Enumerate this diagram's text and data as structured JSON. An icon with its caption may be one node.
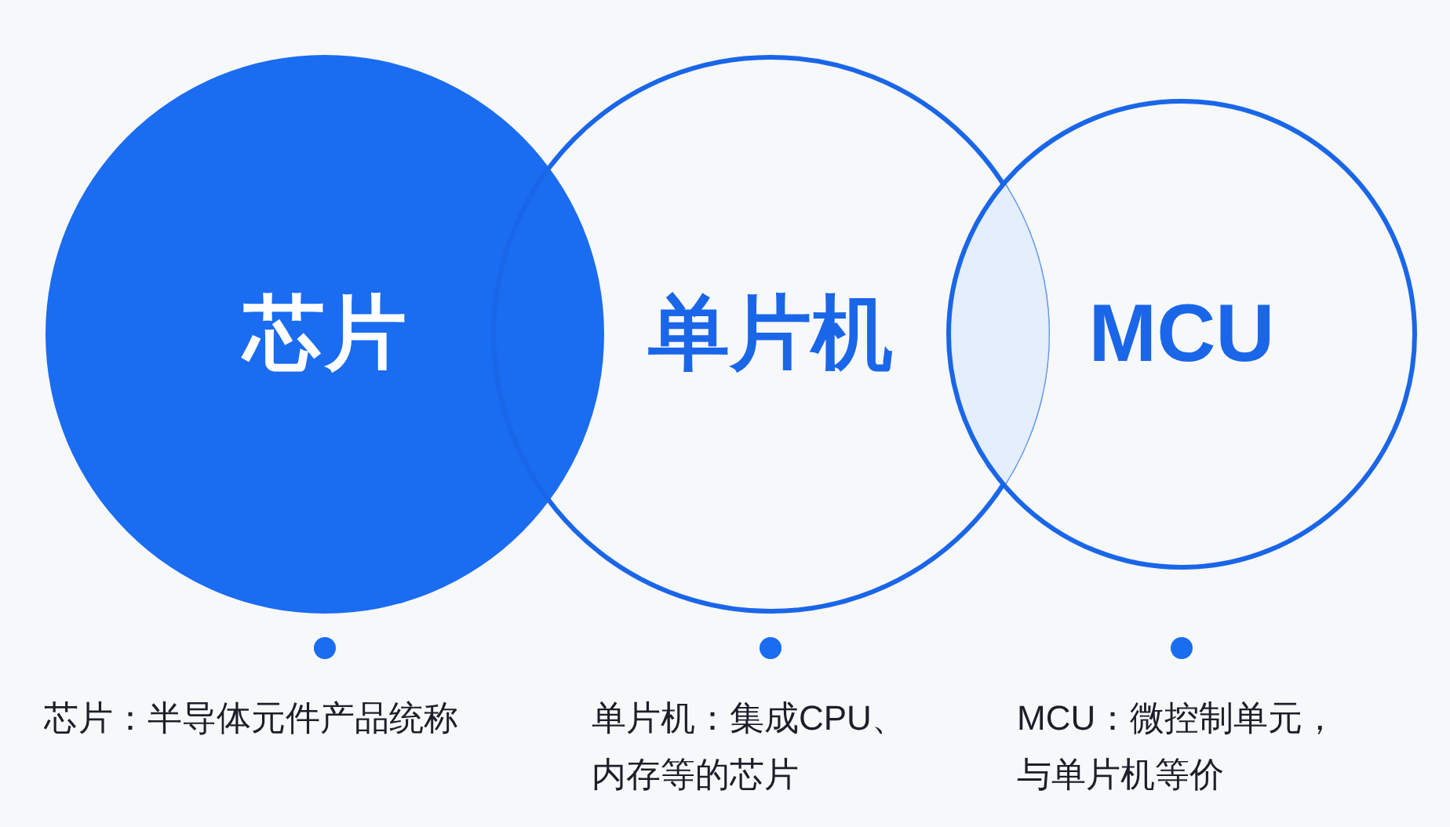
{
  "diagram": {
    "nodes": [
      {
        "text": [
          "芯片"
        ],
        "beside": [
          "芯片：半导体元件产品统称"
        ]
      },
      {
        "text": [
          "单片机"
        ],
        "beside": [
          "单片机：集成CPU、内存等的芯片"
        ]
      },
      {
        "text": [
          "MCU"
        ],
        "beside": [
          "MCU：微控制单元，与单片机等价"
        ]
      }
    ]
  }
}
